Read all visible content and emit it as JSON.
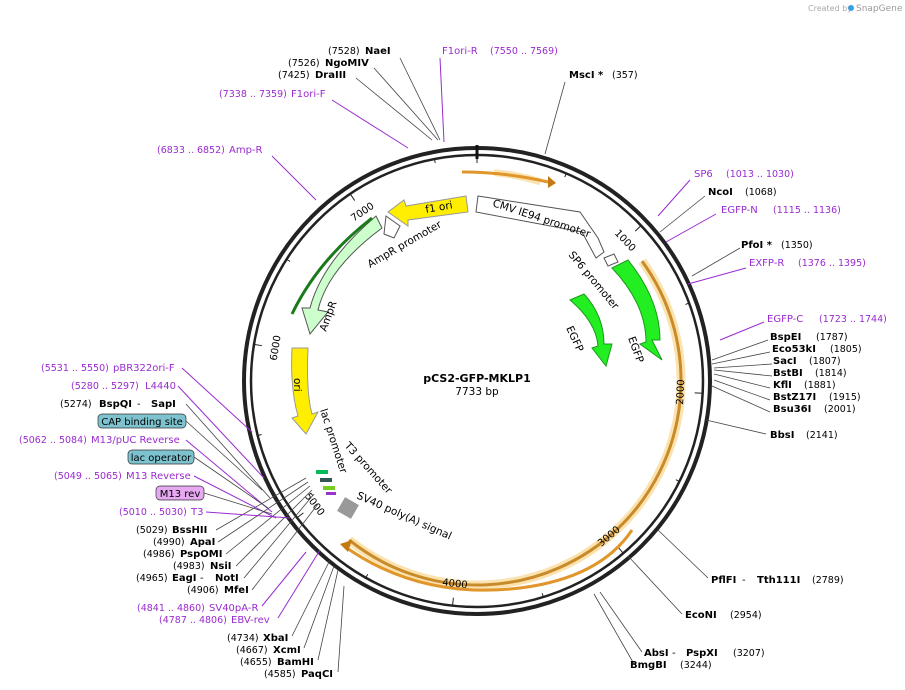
{
  "credit": {
    "prefix": "Created by",
    "brand": "SnapGene"
  },
  "plasmid": {
    "name": "pCS2-GFP-MKLP1",
    "size": "7733 bp"
  },
  "ticks": [
    "1000",
    "2000",
    "3000",
    "4000",
    "5000",
    "6000",
    "7000"
  ],
  "features": {
    "cmv": "CMV IE94 promoter",
    "sp6": "SP6 promoter",
    "egfp_outer": "EGFP",
    "egfp_inner": "EGFP",
    "f1": "f1 ori",
    "ampr_promoter": "AmpR promoter",
    "ampr": "AmpR",
    "ori": "ori",
    "lac_promoter": "lac promoter",
    "t3_promoter": "T3 promoter",
    "sv40": "SV40 poly(A) signal"
  },
  "boxes": {
    "cap": "CAP binding site",
    "lac_operator": "lac operator",
    "m13rev": "M13 rev"
  },
  "sites": {
    "nael": {
      "pos": "(7528)",
      "name": "NaeI"
    },
    "ngomiv": {
      "pos": "(7526)",
      "name": "NgoMIV"
    },
    "draiii": {
      "pos": "(7425)",
      "name": "DraIII"
    },
    "mscl": {
      "name": "MscI *",
      "pos": "(357)"
    },
    "ncoi": {
      "name": "NcoI",
      "pos": "(1068)"
    },
    "pfoi": {
      "name": "PfoI *",
      "pos": "(1350)"
    },
    "bspei": {
      "name": "BspEI",
      "pos": "(1787)"
    },
    "eco53ki": {
      "name": "Eco53kI",
      "pos": "(1805)"
    },
    "saci": {
      "name": "SacI",
      "pos": "(1807)"
    },
    "bstbi": {
      "name": "BstBI",
      "pos": "(1814)"
    },
    "kfli": {
      "name": "KflI",
      "pos": "(1881)"
    },
    "bstz17i": {
      "name": "BstZ17I",
      "pos": "(1915)"
    },
    "bsu36i": {
      "name": "Bsu36I",
      "pos": "(2001)"
    },
    "bbsi": {
      "name": "BbsI",
      "pos": "(2141)"
    },
    "pflfi": {
      "name": "PflFI",
      "sep": " - ",
      "name2": "Tth111I",
      "pos": "(2789)"
    },
    "econi": {
      "name": "EcoNI",
      "pos": "(2954)"
    },
    "absi": {
      "name": "AbsI",
      "sep": " - ",
      "name2": "PspXI",
      "pos": "(3207)"
    },
    "bmgbi": {
      "name": "BmgBI",
      "pos": "(3244)"
    },
    "bspqi": {
      "pos": "(5274)",
      "name": "BspQI",
      "sep": " - ",
      "name2": "SapI"
    },
    "bsshii": {
      "pos": "(5029)",
      "name": "BssHII"
    },
    "apai": {
      "pos": "(4990)",
      "name": "ApaI"
    },
    "pspomi": {
      "pos": "(4986)",
      "name": "PspOMI"
    },
    "nsii": {
      "pos": "(4983)",
      "name": "NsiI"
    },
    "eagi": {
      "pos": "(4965)",
      "name": "EagI",
      "sep": " - ",
      "name2": "NotI"
    },
    "mfei": {
      "pos": "(4906)",
      "name": "MfeI"
    },
    "xbai": {
      "pos": "(4734)",
      "name": "XbaI"
    },
    "xcmi": {
      "pos": "(4667)",
      "name": "XcmI"
    },
    "bamhi": {
      "pos": "(4655)",
      "name": "BamHI"
    },
    "paqci": {
      "pos": "(4585)",
      "name": "PaqCI"
    }
  },
  "primers": {
    "f1orir": {
      "name": "F1ori-R",
      "pos": "(7550 .. 7569)"
    },
    "f1orif": {
      "pos": "(7338 .. 7359)",
      "name": "F1ori-F"
    },
    "ampr": {
      "pos": "(6833 .. 6852)",
      "name": "Amp-R"
    },
    "sp6": {
      "name": "SP6",
      "pos": "(1013 .. 1030)"
    },
    "egfpn": {
      "name": "EGFP-N",
      "pos": "(1115 .. 1136)"
    },
    "exfpr": {
      "name": "EXFP-R",
      "pos": "(1376 .. 1395)"
    },
    "egfpc": {
      "name": "EGFP-C",
      "pos": "(1723 .. 1744)"
    },
    "pbr322": {
      "pos": "(5531 .. 5550)",
      "name": "pBR322ori-F"
    },
    "l4440": {
      "pos": "(5280 .. 5297)",
      "name": "L4440"
    },
    "m13puc": {
      "pos": "(5062 .. 5084)",
      "name": "M13/pUC Reverse"
    },
    "m13rev": {
      "pos": "(5049 .. 5065)",
      "name": "M13 Reverse"
    },
    "t3": {
      "pos": "(5010 .. 5030)",
      "name": "T3"
    },
    "sv40r": {
      "pos": "(4841 .. 4860)",
      "name": "SV40pA-R"
    },
    "ebvrev": {
      "pos": "(4787 .. 4806)",
      "name": "EBV-rev"
    }
  },
  "colors": {
    "primer": "#9a2bd0",
    "feature_egfp": "#22ee22",
    "feature_ori": "#ffee00",
    "feature_ampr": "#ccffcc",
    "highlight": "#f0a030",
    "box_blue": "#7dc3cf",
    "box_purple": "#e6a8f0"
  }
}
